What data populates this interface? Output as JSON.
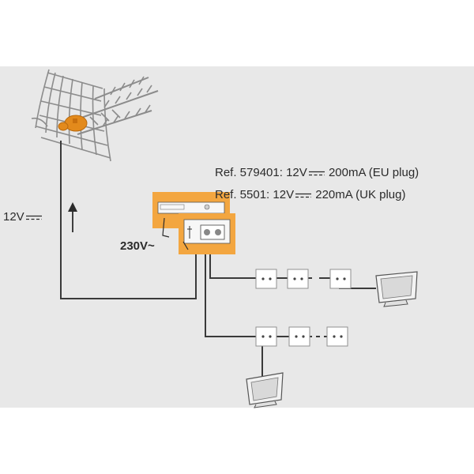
{
  "diagram": {
    "labels": {
      "ref_eu": {
        "prefix": "Ref. 579401: 12V",
        "suffix": "200mA (EU plug)"
      },
      "ref_uk": {
        "prefix": "Ref. 5501: 12V",
        "suffix": "220mA (UK plug)"
      },
      "mains_voltage": "230V~",
      "antenna_voltage": "12V"
    },
    "colors": {
      "background": "#e8e8e8",
      "psu_orange": "#f3a640",
      "cable": "#3a3a3a",
      "antenna_metal": "#8c8c8c",
      "antenna_head": "#e38a1c"
    },
    "icons": [
      "antenna-icon",
      "power-supply-icon",
      "amplifier-icon",
      "wall-outlet-icon",
      "tv-icon",
      "up-arrow-icon",
      "dc-symbol-icon"
    ]
  }
}
